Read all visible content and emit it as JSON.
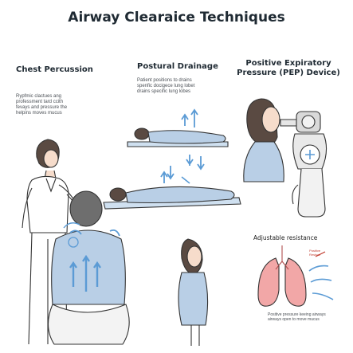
{
  "title": "Airway Clearaice Techniques",
  "chest": {
    "heading": "Chest Percussion",
    "desc": [
      "Rypfmic clactues ang",
      "professment tard ccith",
      "fevays and pressure the",
      "helpins moves mucus"
    ]
  },
  "postural": {
    "heading": "Postural Drainage",
    "desc": [
      "Patient positions to drains",
      "spenfic docigece lung lobet",
      "drains specific lung lobes"
    ]
  },
  "pep": {
    "heading_line1": "Positive Expiratory",
    "heading_line2": "Pressure (PEP) Device)",
    "adjustable": "Adjustable resistance",
    "lung_label_1": "Positive",
    "lung_label_2": "Resisce",
    "footer": [
      "Positive pressure keeing airways",
      "airways open to move mucus"
    ]
  },
  "colors": {
    "accent_blue": "#5b9bd5",
    "shirt_blue": "#b9cfe6",
    "lung_pink": "#f2a7a7",
    "skin": "#f6dccb",
    "outline": "#333333"
  }
}
